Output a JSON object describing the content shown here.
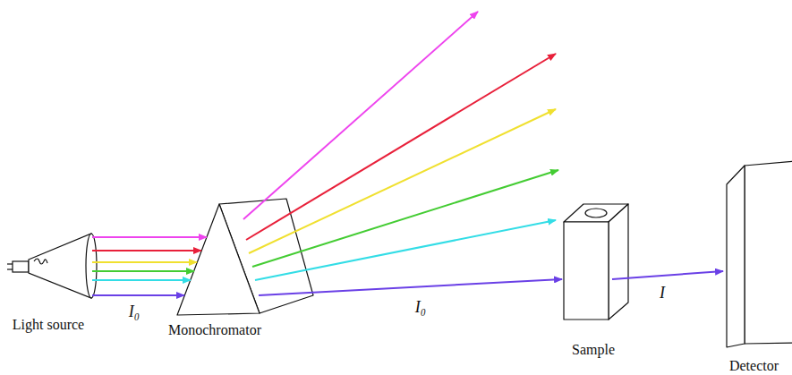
{
  "diagram": {
    "nodes": [
      {
        "text": [
          "Light source"
        ]
      },
      {
        "text": [
          "Monochromator"
        ]
      },
      {
        "text": [
          "Sample"
        ]
      },
      {
        "text": [
          "Detector"
        ]
      }
    ],
    "edges": [
      {
        "from": 0,
        "to": 1,
        "arrow": "to"
      },
      {
        "from": 0,
        "to": 1,
        "arrow": "to"
      },
      {
        "from": 0,
        "to": 1,
        "arrow": "to"
      },
      {
        "from": 0,
        "to": 1,
        "arrow": "to"
      },
      {
        "from": 0,
        "to": 1,
        "arrow": "to"
      },
      {
        "from": 0,
        "to": 1,
        "arrow": "to",
        "label": "I₀"
      },
      {
        "from": 1,
        "to": 2,
        "arrow": "to",
        "label": "I₀"
      },
      {
        "from": 2,
        "to": 3,
        "arrow": "to",
        "label": "I"
      }
    ]
  }
}
